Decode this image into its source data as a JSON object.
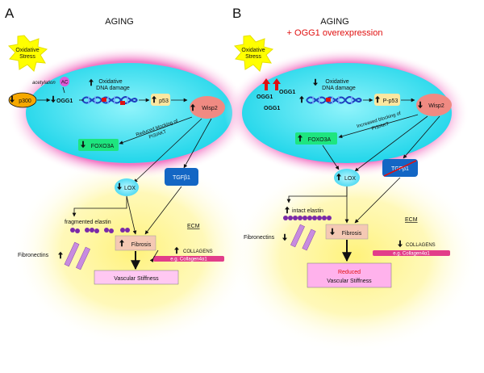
{
  "panelA": {
    "letter": "A",
    "title": "AGING",
    "oxidative_stress": [
      "Oxidative",
      "Stress"
    ],
    "acetylation": "acetylation",
    "ac": "AC",
    "p300": "p300",
    "ogg1": "OGG1",
    "oxidative_dna_damage": [
      "Oxidative",
      "DNA damage"
    ],
    "p53": "p53",
    "wisp2": "Wisp2",
    "blocking": [
      "Reduced blocking of",
      "PI3/AKT"
    ],
    "foxo3a": "FOXO3A",
    "lox": "LOX",
    "tgfb1": "TGFβ1",
    "elastin": "fragmented elastin",
    "fibrosis": "Fibrosis",
    "ecm": "ECM",
    "collagens": "COLLAGENS",
    "collagen_type": "e.g. Collagen4α1",
    "fibronectins": "Fibronectins",
    "vascular_stiffness": "Vascular Stiffness"
  },
  "panelB": {
    "letter": "B",
    "title": "AGING",
    "subtitle": "+ OGG1 overexpression",
    "oxidative_stress": [
      "Oxidative",
      "Stress"
    ],
    "ogg1": "OGG1",
    "oxidative_dna_damage": [
      "Oxidative",
      "DNA damage"
    ],
    "p53": "P-p53",
    "wisp2": "Wisp2",
    "blocking": [
      "Increased blocking of",
      "PI3/AKT"
    ],
    "foxo3a": "FOXO3A",
    "lox": "LOX",
    "tgfb1": "TGFβ1",
    "elastin": "intact elastin",
    "fibrosis": "Fibrosis",
    "ecm": "ECM",
    "collagens": "COLLAGENS",
    "collagen_type": "e.g. Collagen4α1",
    "fibronectins": "Fibronectins",
    "vascular_stiffness": [
      "Reduced",
      "Vascular Stiffness"
    ]
  },
  "colors": {
    "cell": "#35dff0",
    "halo": "#f6a6d6",
    "ecm_glow": "#fff27a",
    "star": "#ffff00",
    "wisp2": "#f08a82",
    "foxo3a": "#1ee57f",
    "tgfb1": "#1366c4",
    "fibrosis": "#f5c9b4",
    "stiffness": "#ffc8f2",
    "collagen": "#e23d8a",
    "fibronectin": "#c88be0",
    "elastin": "#7b2aa8",
    "subtitle": "#e01010"
  }
}
